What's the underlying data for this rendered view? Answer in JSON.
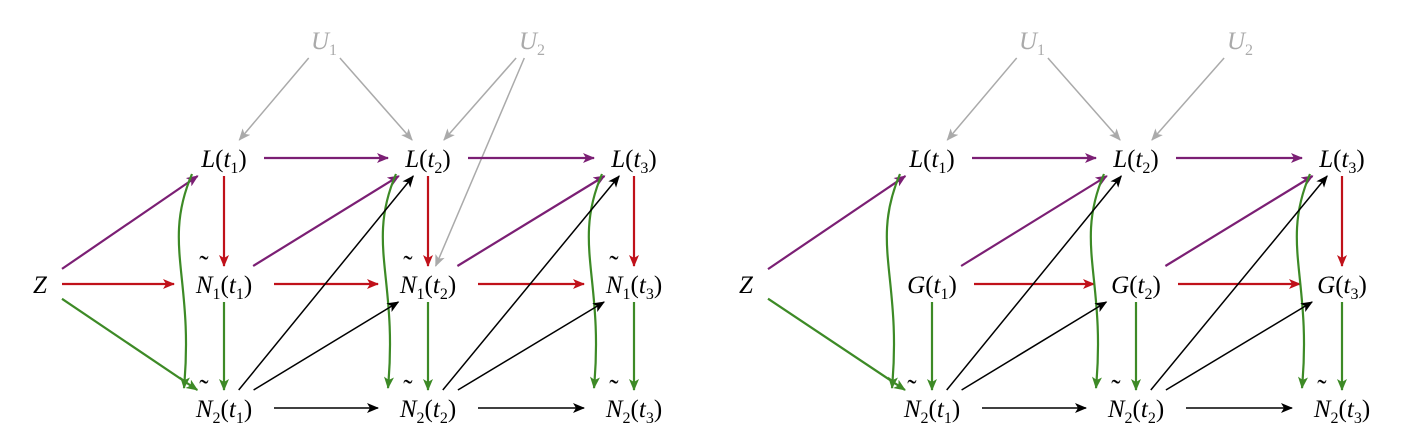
{
  "colors": {
    "purple": "#7b1f74",
    "red": "#c0111a",
    "green": "#3d8a26",
    "black": "#000000",
    "grey": "#aaaaaa"
  },
  "diagrams": [
    {
      "id": "left",
      "nodes": [
        {
          "id": "U1",
          "base": "U",
          "sub": "1",
          "grey": true
        },
        {
          "id": "U2",
          "base": "U",
          "sub": "2",
          "grey": true
        },
        {
          "id": "L1",
          "base": "L",
          "arg": "t",
          "argsub": "1"
        },
        {
          "id": "L2",
          "base": "L",
          "arg": "t",
          "argsub": "2"
        },
        {
          "id": "L3",
          "base": "L",
          "arg": "t",
          "argsub": "3"
        },
        {
          "id": "Z",
          "base": "Z"
        },
        {
          "id": "A1",
          "base": "N",
          "tilde": true,
          "sub": "1",
          "arg": "t",
          "argsub": "1"
        },
        {
          "id": "A2",
          "base": "N",
          "tilde": true,
          "sub": "1",
          "arg": "t",
          "argsub": "2"
        },
        {
          "id": "A3",
          "base": "N",
          "tilde": true,
          "sub": "1",
          "arg": "t",
          "argsub": "3"
        },
        {
          "id": "B1",
          "base": "N",
          "tilde": true,
          "sub": "2",
          "arg": "t",
          "argsub": "1"
        },
        {
          "id": "B2",
          "base": "N",
          "tilde": true,
          "sub": "2",
          "arg": "t",
          "argsub": "2"
        },
        {
          "id": "B3",
          "base": "N",
          "tilde": true,
          "sub": "2",
          "arg": "t",
          "argsub": "3"
        }
      ],
      "edges": [
        {
          "from": "U1",
          "to": "L1",
          "color": "grey"
        },
        {
          "from": "U1",
          "to": "L2",
          "color": "grey"
        },
        {
          "from": "U2",
          "to": "L2",
          "color": "grey"
        },
        {
          "from": "U2",
          "to": "A2",
          "color": "grey"
        },
        {
          "from": "Z",
          "to": "L1",
          "color": "purple"
        },
        {
          "from": "L1",
          "to": "L2",
          "color": "purple"
        },
        {
          "from": "L2",
          "to": "L3",
          "color": "purple"
        },
        {
          "from": "A1",
          "to": "L2",
          "color": "purple"
        },
        {
          "from": "A2",
          "to": "L3",
          "color": "purple"
        },
        {
          "from": "L1",
          "to": "A1",
          "color": "red"
        },
        {
          "from": "L2",
          "to": "A2",
          "color": "red"
        },
        {
          "from": "L3",
          "to": "A3",
          "color": "red"
        },
        {
          "from": "Z",
          "to": "A1",
          "color": "red"
        },
        {
          "from": "A1",
          "to": "A2",
          "color": "red"
        },
        {
          "from": "A2",
          "to": "A3",
          "color": "red"
        },
        {
          "from": "Z",
          "to": "B1",
          "color": "green"
        },
        {
          "from": "A1",
          "to": "B1",
          "color": "green"
        },
        {
          "from": "A2",
          "to": "B2",
          "color": "green"
        },
        {
          "from": "A3",
          "to": "B3",
          "color": "green"
        },
        {
          "from": "L1",
          "to": "B1",
          "color": "green",
          "curved": true
        },
        {
          "from": "L2",
          "to": "B2",
          "color": "green",
          "curved": true
        },
        {
          "from": "L3",
          "to": "B3",
          "color": "green",
          "curved": true
        },
        {
          "from": "B1",
          "to": "B2",
          "color": "black"
        },
        {
          "from": "B2",
          "to": "B3",
          "color": "black"
        },
        {
          "from": "B1",
          "to": "L2",
          "color": "black"
        },
        {
          "from": "B1",
          "to": "A2",
          "color": "black"
        },
        {
          "from": "B2",
          "to": "L3",
          "color": "black"
        },
        {
          "from": "B2",
          "to": "A3",
          "color": "black"
        }
      ]
    },
    {
      "id": "right",
      "nodes": [
        {
          "id": "U1",
          "base": "U",
          "sub": "1",
          "grey": true
        },
        {
          "id": "U2",
          "base": "U",
          "sub": "2",
          "grey": true
        },
        {
          "id": "L1",
          "base": "L",
          "arg": "t",
          "argsub": "1"
        },
        {
          "id": "L2",
          "base": "L",
          "arg": "t",
          "argsub": "2"
        },
        {
          "id": "L3",
          "base": "L",
          "arg": "t",
          "argsub": "3"
        },
        {
          "id": "Z",
          "base": "Z"
        },
        {
          "id": "A1",
          "base": "G",
          "arg": "t",
          "argsub": "1"
        },
        {
          "id": "A2",
          "base": "G",
          "arg": "t",
          "argsub": "2"
        },
        {
          "id": "A3",
          "base": "G",
          "arg": "t",
          "argsub": "3"
        },
        {
          "id": "B1",
          "base": "N",
          "tilde": true,
          "sub": "2",
          "arg": "t",
          "argsub": "1"
        },
        {
          "id": "B2",
          "base": "N",
          "tilde": true,
          "sub": "2",
          "arg": "t",
          "argsub": "2"
        },
        {
          "id": "B3",
          "base": "N",
          "tilde": true,
          "sub": "2",
          "arg": "t",
          "argsub": "3"
        }
      ],
      "edges": [
        {
          "from": "U1",
          "to": "L1",
          "color": "grey"
        },
        {
          "from": "U1",
          "to": "L2",
          "color": "grey"
        },
        {
          "from": "U2",
          "to": "L2",
          "color": "grey"
        },
        {
          "from": "Z",
          "to": "L1",
          "color": "purple"
        },
        {
          "from": "L1",
          "to": "L2",
          "color": "purple"
        },
        {
          "from": "L2",
          "to": "L3",
          "color": "purple"
        },
        {
          "from": "A1",
          "to": "L2",
          "color": "purple"
        },
        {
          "from": "A2",
          "to": "L3",
          "color": "purple"
        },
        {
          "from": "L3",
          "to": "A3",
          "color": "red"
        },
        {
          "from": "A1",
          "to": "A2",
          "color": "red"
        },
        {
          "from": "A2",
          "to": "A3",
          "color": "red"
        },
        {
          "from": "Z",
          "to": "B1",
          "color": "green"
        },
        {
          "from": "A1",
          "to": "B1",
          "color": "green"
        },
        {
          "from": "A2",
          "to": "B2",
          "color": "green"
        },
        {
          "from": "A3",
          "to": "B3",
          "color": "green"
        },
        {
          "from": "L1",
          "to": "B1",
          "color": "green",
          "curved": true
        },
        {
          "from": "L2",
          "to": "B2",
          "color": "green",
          "curved": true
        },
        {
          "from": "L3",
          "to": "B3",
          "color": "green",
          "curved": true
        },
        {
          "from": "B1",
          "to": "B2",
          "color": "black"
        },
        {
          "from": "B2",
          "to": "B3",
          "color": "black"
        },
        {
          "from": "B1",
          "to": "L2",
          "color": "black"
        },
        {
          "from": "B1",
          "to": "A2",
          "color": "black"
        },
        {
          "from": "B2",
          "to": "L3",
          "color": "black"
        },
        {
          "from": "B2",
          "to": "A3",
          "color": "black"
        }
      ]
    }
  ]
}
